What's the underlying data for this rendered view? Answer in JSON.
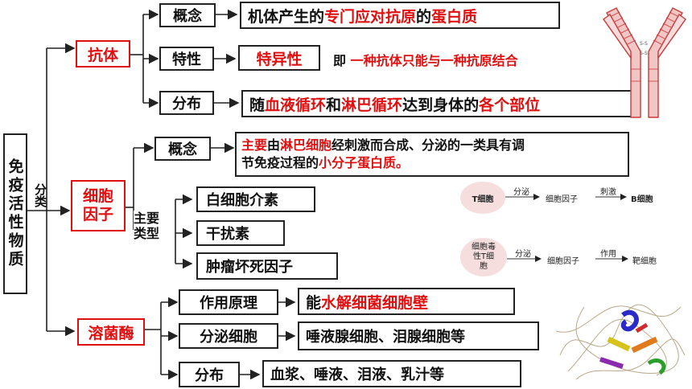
{
  "root": {
    "label": "免疫活性物质",
    "classify": "分类"
  },
  "antibody": {
    "label": "抗体",
    "concept_label": "概念",
    "concept": [
      "机体产生的",
      "专门应对抗原",
      "的",
      "蛋白质"
    ],
    "feature_label": "特性",
    "feature": "特异性",
    "feature_note": [
      "即",
      "一种抗体只能与一种抗原结合"
    ],
    "distribution_label": "分布",
    "distribution": [
      "随",
      "血液循环",
      "和",
      "淋巴循环",
      "达到身体的",
      "各个部位"
    ]
  },
  "cytokine": {
    "label_line1": "细胞",
    "label_line2": "因子",
    "concept_label": "概念",
    "concept_line1": [
      "主要",
      "由",
      "淋巴细胞",
      "经刺激而合成、分泌的一类具有调"
    ],
    "concept_line2": [
      "节免疫过程的",
      "小分子蛋白质。"
    ],
    "types_label_line1": "主要",
    "types_label_line2": "类型",
    "types": [
      "白细胞介素",
      "干扰素",
      "肿瘤坏死因子"
    ]
  },
  "flow1": {
    "source": "T细胞",
    "step1": "分泌",
    "mid": "细胞因子",
    "step2": "刺激",
    "target": "B细胞"
  },
  "flow2": {
    "source": "细胞毒性T细胞",
    "step1": "分泌",
    "mid": "细胞因子",
    "step2": "作用",
    "target": "靶细胞"
  },
  "lysozyme": {
    "label": "溶菌酶",
    "principle_label": "作用原理",
    "principle": [
      "能",
      "水解细菌细胞壁"
    ],
    "secretion_label": "分泌细胞",
    "secretion": "唾液腺细胞、泪腺细胞等",
    "distribution_label": "分布",
    "distribution": "血浆、唾液、泪液、乳汁等"
  },
  "antibody_diagram": {
    "bond_label": "S-S"
  },
  "colors": {
    "emphasis": "#e01010",
    "antibody": "#c93a3a"
  }
}
